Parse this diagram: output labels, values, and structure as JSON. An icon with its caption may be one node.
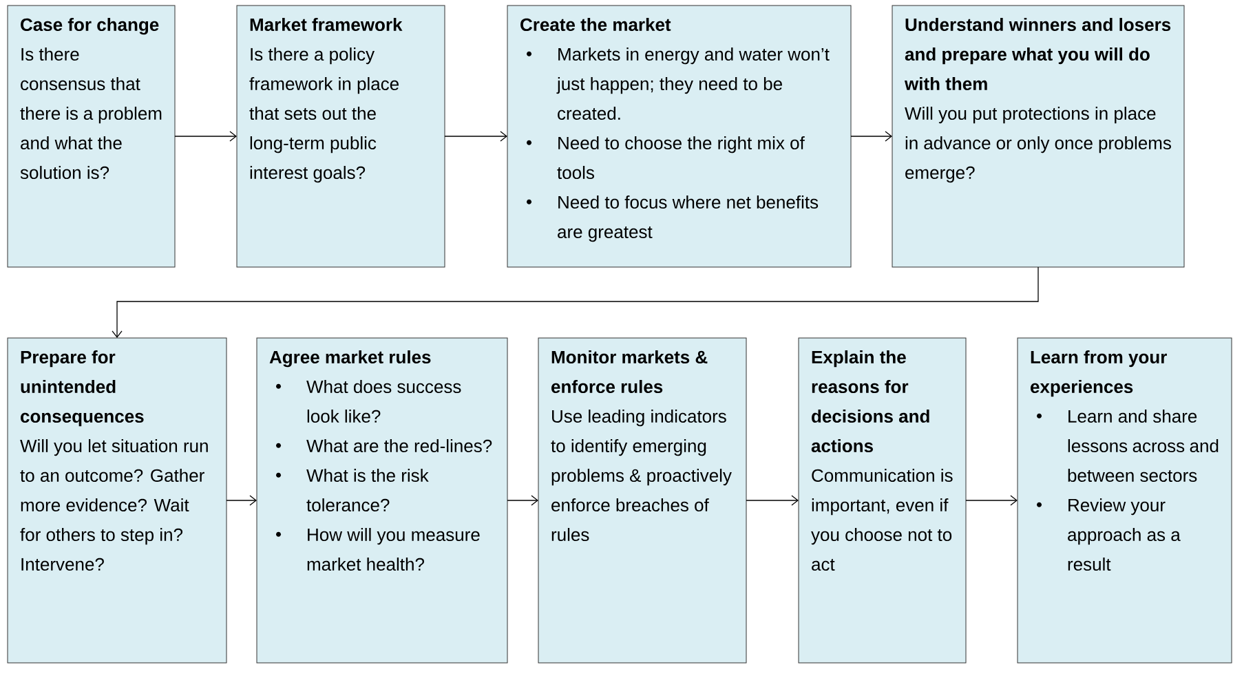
{
  "diagram": {
    "nodes": [
      {
        "text": [
          "Case for change",
          "Is there consensus that there is a problem and what the solution is?"
        ]
      },
      {
        "text": [
          "Market framework",
          "Is there a policy framework in place that sets out the long-term public interest goals?"
        ]
      },
      {
        "text": [
          "Create the market",
          "Markets in energy and water won’t just happen; they need to be created.",
          "Need to choose the right mix of tools",
          "Need to focus where net benefits are greatest"
        ]
      },
      {
        "text": [
          "Understand winners and losers and prepare what you will do with them",
          "Will you put protections in place in advance or only once problems emerge?"
        ]
      },
      {
        "text": [
          "Prepare for unintended consequences",
          "Will you let situation run to an outcome? Gather more evidence? Wait for others to step in? Intervene?"
        ]
      },
      {
        "text": [
          "Agree market rules",
          "What does success look like?",
          "What are the red-lines?",
          "What is the risk tolerance?",
          "How will you measure market health?"
        ]
      },
      {
        "text": [
          "Monitor markets & enforce rules",
          "Use leading indicators to identify emerging problems & proactively enforce breaches of rules"
        ]
      },
      {
        "text": [
          "Explain the reasons for decisions and actions",
          "Communication is important, even if you choose not to act"
        ]
      },
      {
        "text": [
          "Learn from your experiences",
          "Learn and share lessons across and between sectors",
          "Review your approach as a result"
        ]
      }
    ],
    "edges": [
      {
        "from": 0,
        "to": 1,
        "arrow": "to"
      },
      {
        "from": 1,
        "to": 2,
        "arrow": "to"
      },
      {
        "from": 2,
        "to": 3,
        "arrow": "to"
      },
      {
        "from": 3,
        "to": 4,
        "arrow": "to"
      },
      {
        "from": 4,
        "to": 5,
        "arrow": "to"
      },
      {
        "from": 5,
        "to": 6,
        "arrow": "to"
      },
      {
        "from": 6,
        "to": 7,
        "arrow": "to"
      },
      {
        "from": 7,
        "to": 8,
        "arrow": "to"
      }
    ]
  }
}
